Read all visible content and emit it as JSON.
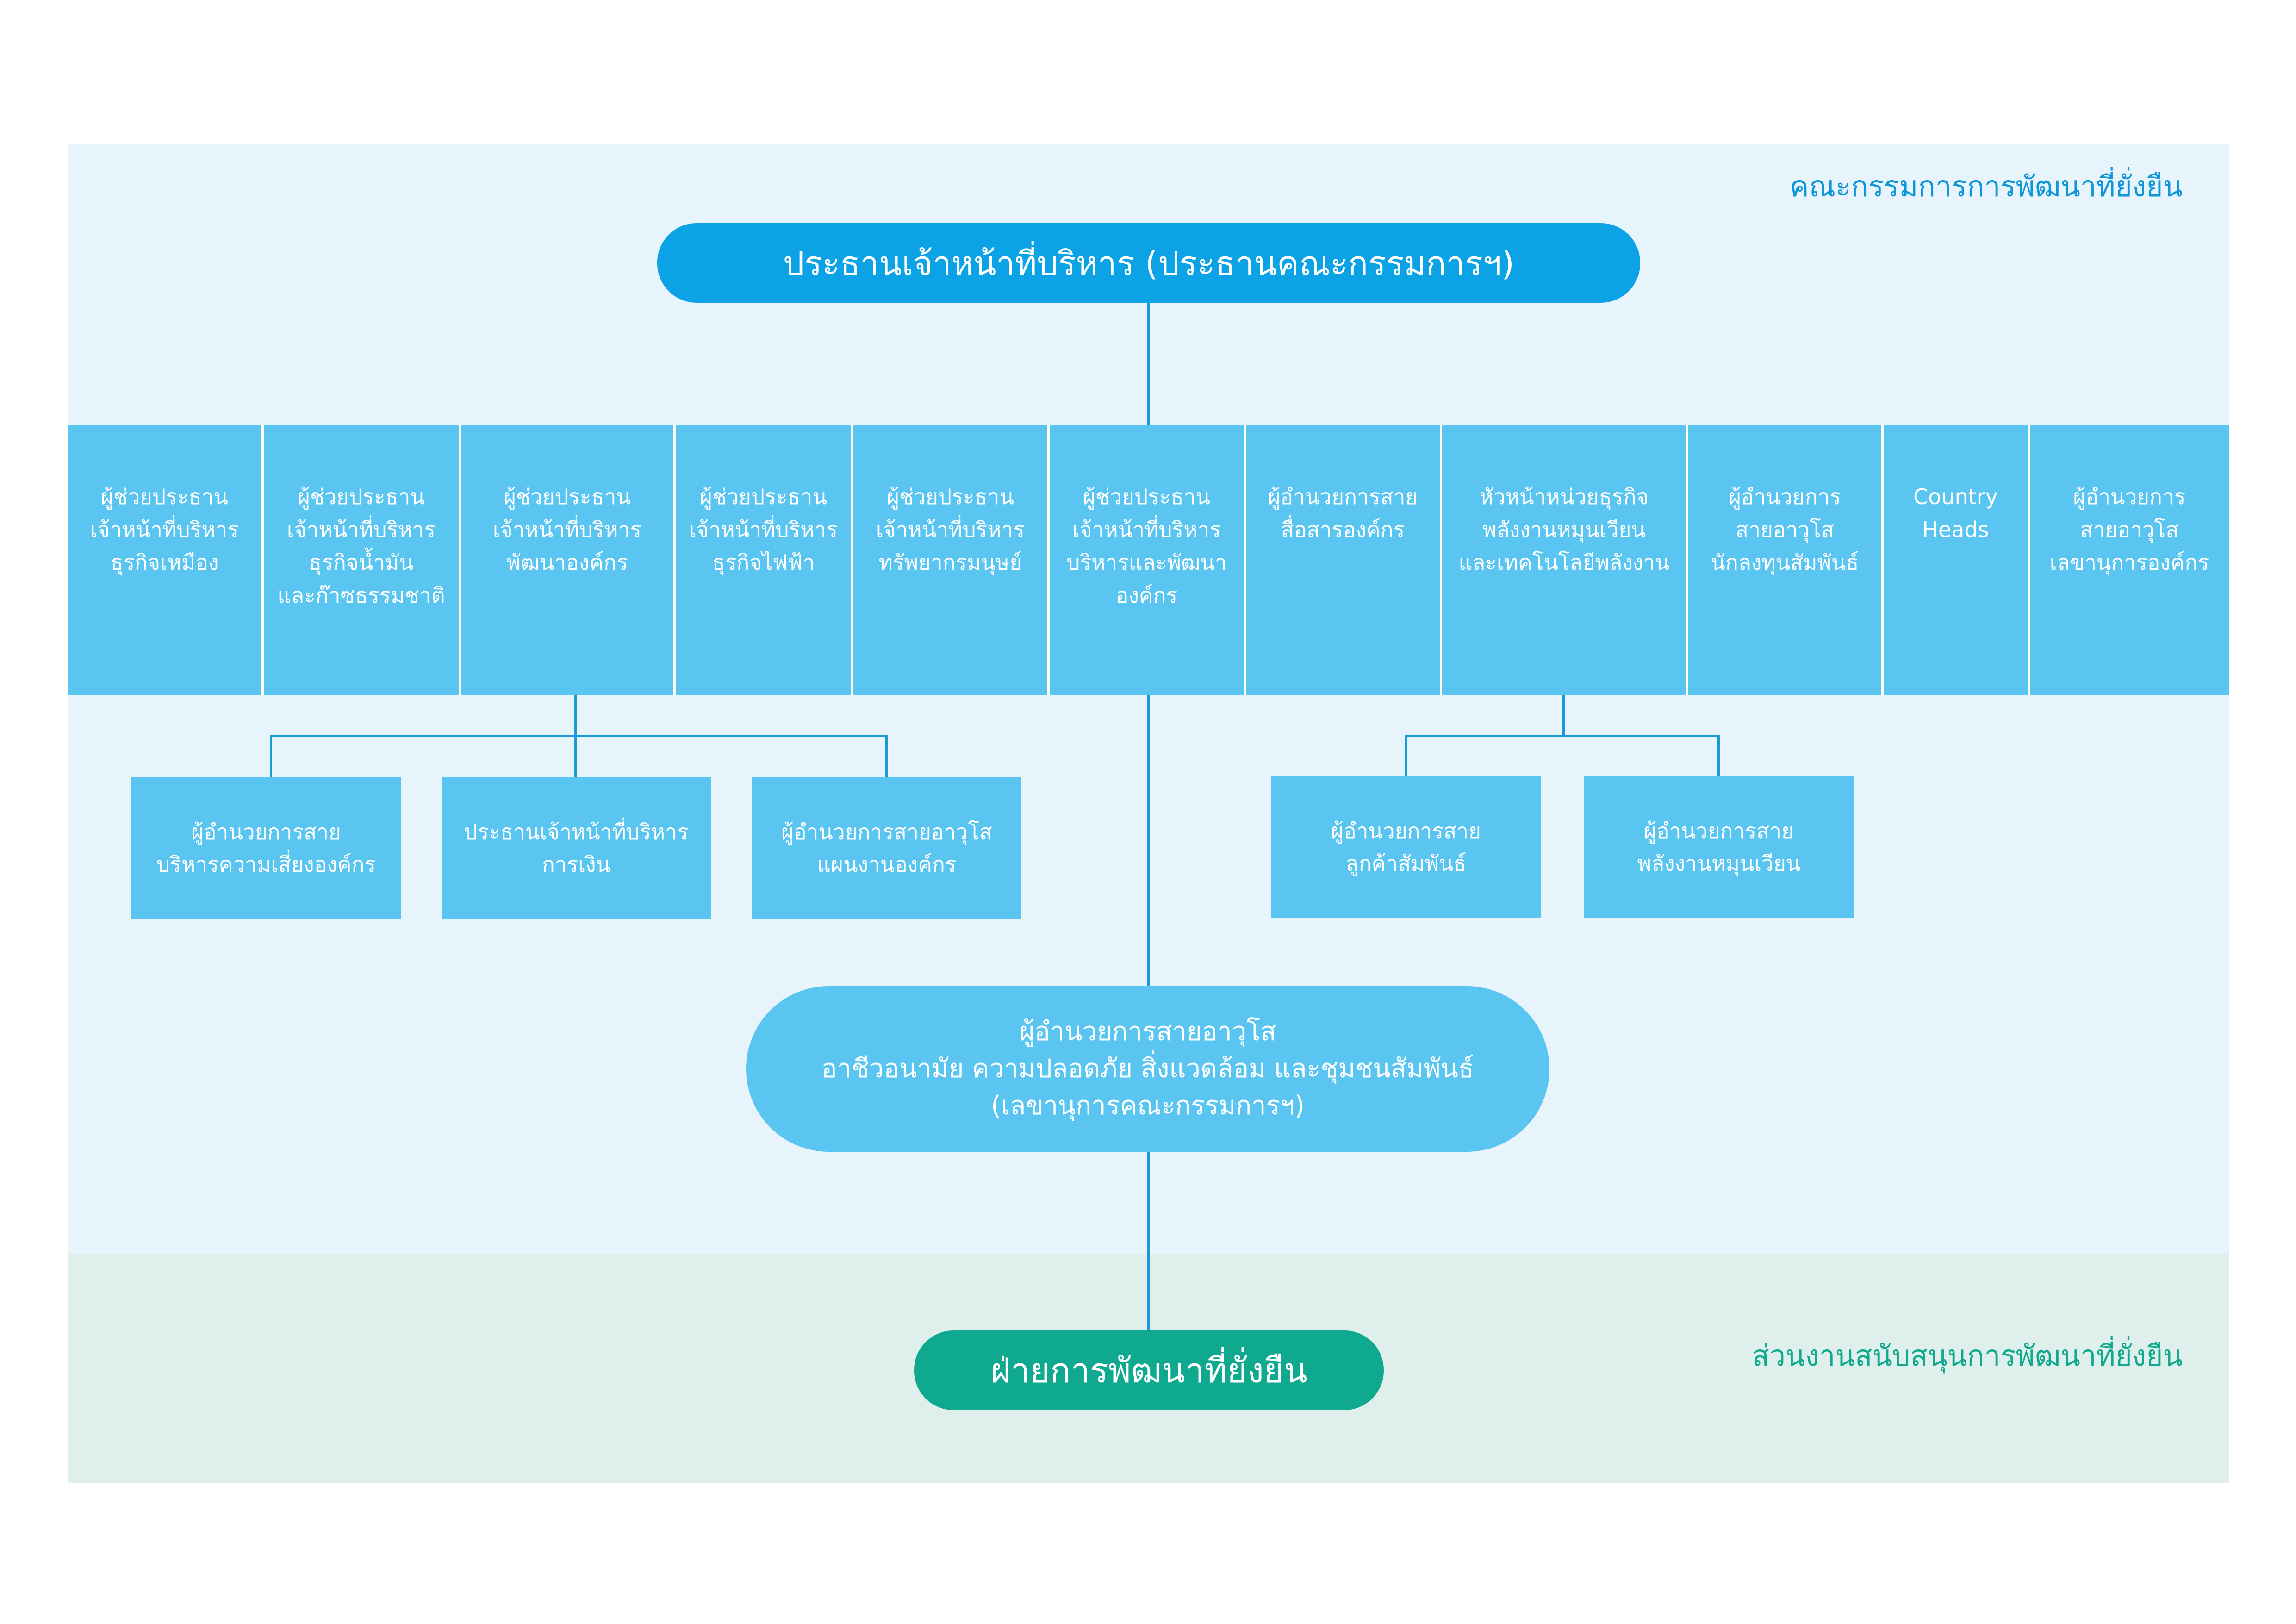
{
  "colors": {
    "committee_panel": "#e7f4fc",
    "support_panel": "#dff0ec",
    "ceo_box": "#0ca3e6",
    "box": "#5ac5f1",
    "department_box": "#0fa98f",
    "connector": "#1a9ad6",
    "committee_title": "#0f96d8",
    "support_title": "#10a98f"
  },
  "committee": {
    "title": "คณะกรรมการการพัฒนาที่ยั่งยืน",
    "chair": "ประธานเจ้าหน้าที่บริหาร (ประธานคณะกรรมการฯ)",
    "members": [
      {
        "lines": [
          "ผู้ช่วยประธาน",
          "เจ้าหน้าที่บริหาร",
          "ธุรกิจเหมือง"
        ]
      },
      {
        "lines": [
          "ผู้ช่วยประธาน",
          "เจ้าหน้าที่บริหาร",
          "ธุรกิจน้ำมัน",
          "และก๊าซธรรมชาติ"
        ]
      },
      {
        "lines": [
          "ผู้ช่วยประธาน",
          "เจ้าหน้าที่บริหาร",
          "พัฒนาองค์กร"
        ]
      },
      {
        "lines": [
          "ผู้ช่วยประธาน",
          "เจ้าหน้าที่บริหาร",
          "ธุรกิจไฟฟ้า"
        ]
      },
      {
        "lines": [
          "ผู้ช่วยประธาน",
          "เจ้าหน้าที่บริหาร",
          "ทรัพยากรมนุษย์"
        ]
      },
      {
        "lines": [
          "ผู้ช่วยประธาน",
          "เจ้าหน้าที่บริหาร",
          "บริหารและพัฒนา",
          "องค์กร"
        ]
      },
      {
        "lines": [
          "ผู้อำนวยการสาย",
          "สื่อสารองค์กร"
        ]
      },
      {
        "lines": [
          "หัวหน้าหน่วยธุรกิจ",
          "พลังงานหมุนเวียน",
          "และเทคโนโลยีพลังงาน"
        ]
      },
      {
        "lines": [
          "ผู้อำนวยการ",
          "สายอาวุโส",
          "นักลงทุนสัมพันธ์"
        ]
      },
      {
        "lines": [
          "Country",
          "Heads"
        ]
      },
      {
        "lines": [
          "ผู้อำนวยการ",
          "สายอาวุโส",
          "เลขานุการองค์กร"
        ]
      }
    ],
    "org_dev_reports": [
      {
        "lines": [
          "ผู้อำนวยการสาย",
          "บริหารความเสี่ยงองค์กร"
        ]
      },
      {
        "lines": [
          "ประธานเจ้าหน้าที่บริหาร",
          "การเงิน"
        ]
      },
      {
        "lines": [
          "ผู้อำนวยการสายอาวุโส",
          "แผนงานองค์กร"
        ]
      }
    ],
    "renewable_reports": [
      {
        "lines": [
          "ผู้อำนวยการสาย",
          "ลูกค้าสัมพันธ์"
        ]
      },
      {
        "lines": [
          "ผู้อำนวยการสาย",
          "พลังงานหมุนเวียน"
        ]
      }
    ],
    "secretary": {
      "line1": "ผู้อำนวยการสายอาวุโส",
      "line2": "อาชีวอนามัย ความปลอดภัย สิ่งแวดล้อม และชุมชนสัมพันธ์",
      "line3": "(เลขานุการคณะกรรมการฯ)"
    }
  },
  "support": {
    "title": "ส่วนงานสนับสนุนการพัฒนาที่ยั่งยืน",
    "department": "ฝ่ายการพัฒนาที่ยั่งยืน"
  }
}
